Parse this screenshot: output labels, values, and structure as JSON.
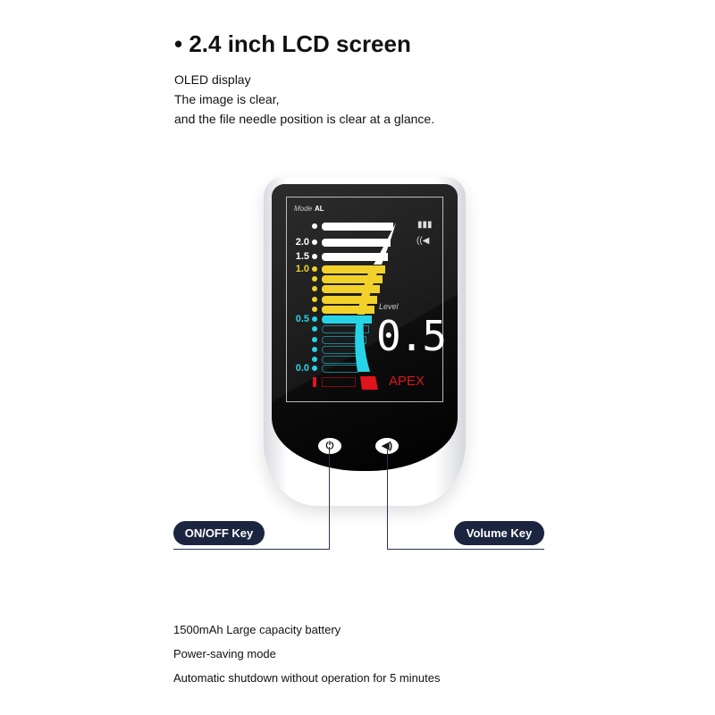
{
  "header": {
    "title": "• 2.4 inch LCD screen",
    "lines": [
      "OLED display",
      "The image is clear,",
      "and the file needle position is clear at a glance."
    ]
  },
  "display": {
    "mode_label": "Mode",
    "mode_value": "AL",
    "scale_labels": {
      "r1": "2.0",
      "r2": "1.5",
      "r3": "1.0",
      "r8": "0.5",
      "r13": "0.0"
    },
    "level_label": "Level",
    "level_value": "0.5",
    "apex_label": "APEX",
    "colors": {
      "white": "#ffffff",
      "yellow": "#f2d22a",
      "cyan": "#27d3e6",
      "red": "#e0141c"
    },
    "rows": [
      "white",
      "white",
      "white",
      "yellow",
      "yellow",
      "yellow",
      "yellow",
      "yellow",
      "cyan",
      "cyan-outline",
      "cyan-outline",
      "cyan-outline",
      "cyan-outline",
      "cyan-outline"
    ]
  },
  "callouts": {
    "power": "ON/OFF Key",
    "volume": "Volume Key"
  },
  "features": [
    "1500mAh Large capacity battery",
    "Power-saving mode",
    "Automatic shutdown without operation for 5 minutes"
  ]
}
